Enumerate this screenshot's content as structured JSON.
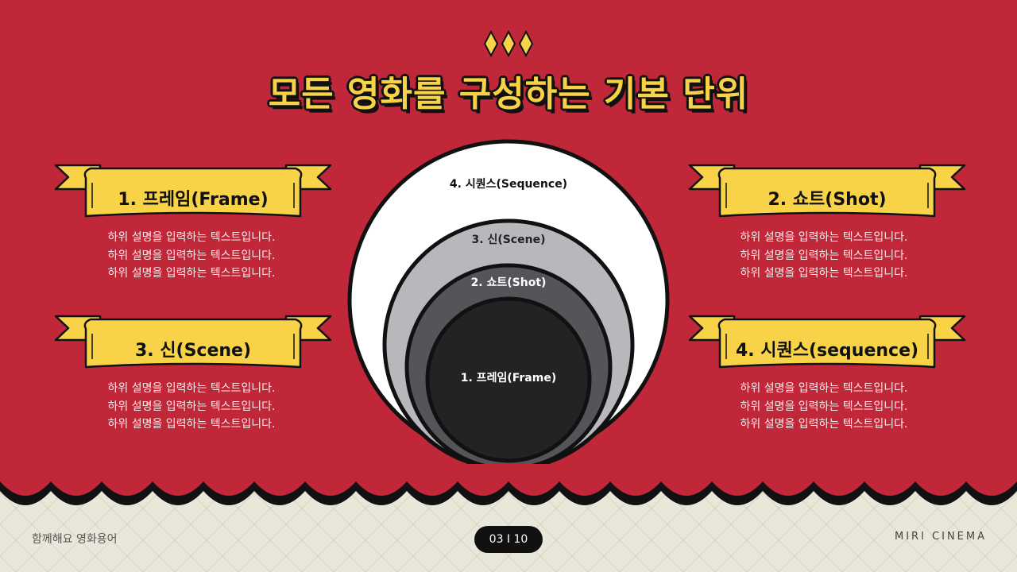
{
  "slide": {
    "title": "모든 영화를 구성하는 기본 단위",
    "colors": {
      "red": "#c0283a",
      "yellow": "#f8d348",
      "cream": "#e9e6da",
      "black": "#111111"
    }
  },
  "cards": [
    {
      "label": "1. 프레임(Frame)",
      "lines": [
        "하위 설명을 입력하는 텍스트입니다.",
        "하위 설명을 입력하는 텍스트입니다.",
        "하위 설명을 입력하는 텍스트입니다."
      ]
    },
    {
      "label": "2. 쇼트(Shot)",
      "lines": [
        "하위 설명을 입력하는 텍스트입니다.",
        "하위 설명을 입력하는 텍스트입니다.",
        "하위 설명을 입력하는 텍스트입니다."
      ]
    },
    {
      "label": "3. 신(Scene)",
      "lines": [
        "하위 설명을 입력하는 텍스트입니다.",
        "하위 설명을 입력하는 텍스트입니다.",
        "하위 설명을 입력하는 텍스트입니다."
      ]
    },
    {
      "label": "4. 시퀀스(sequence)",
      "lines": [
        "하위 설명을 입력하는 텍스트입니다.",
        "하위 설명을 입력하는 텍스트입니다.",
        "하위 설명을 입력하는 텍스트입니다."
      ]
    }
  ],
  "diagram": {
    "levels": [
      {
        "label": "4. 시퀀스(Sequence)",
        "fill": "#ffffff"
      },
      {
        "label": "3. 신(Scene)",
        "fill": "#b9b7bb"
      },
      {
        "label": "2. 쇼트(Shot)",
        "fill": "#555458"
      },
      {
        "label": "1. 프레임(Frame)",
        "fill": "#232225"
      }
    ]
  },
  "footer": {
    "left": "함께해요 영화용어",
    "page": "03 I 10",
    "right": "MIRI CINEMA"
  }
}
